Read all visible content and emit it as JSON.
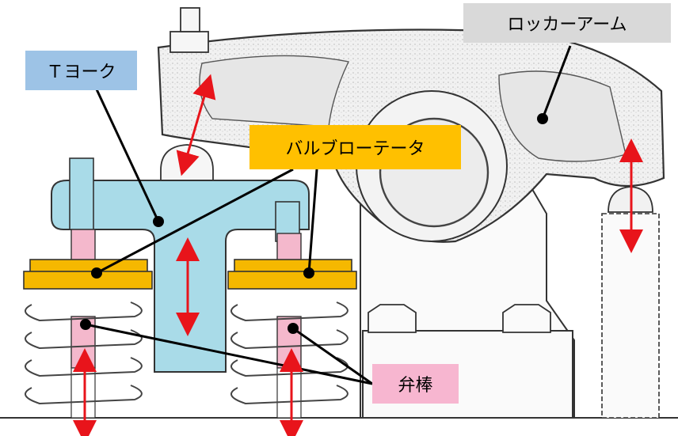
{
  "labels": {
    "rocker_arm": "ロッカーアーム",
    "t_yoke": "Ｔヨーク",
    "valve_rotator": "バルブローテータ",
    "valve_stem": "弁棒"
  },
  "colors": {
    "rocker_label_bg": "#d9d9d9",
    "yoke_label_bg": "#9dc3e6",
    "yoke_fill": "#a9dbe8",
    "rotator_label_bg": "#ffc000",
    "rotator_fill": "#f5b800",
    "stem_label_bg": "#f7b6d0",
    "stem_fill": "#f4b8cc",
    "arrow": "#e8141b",
    "leader": "#000000"
  }
}
